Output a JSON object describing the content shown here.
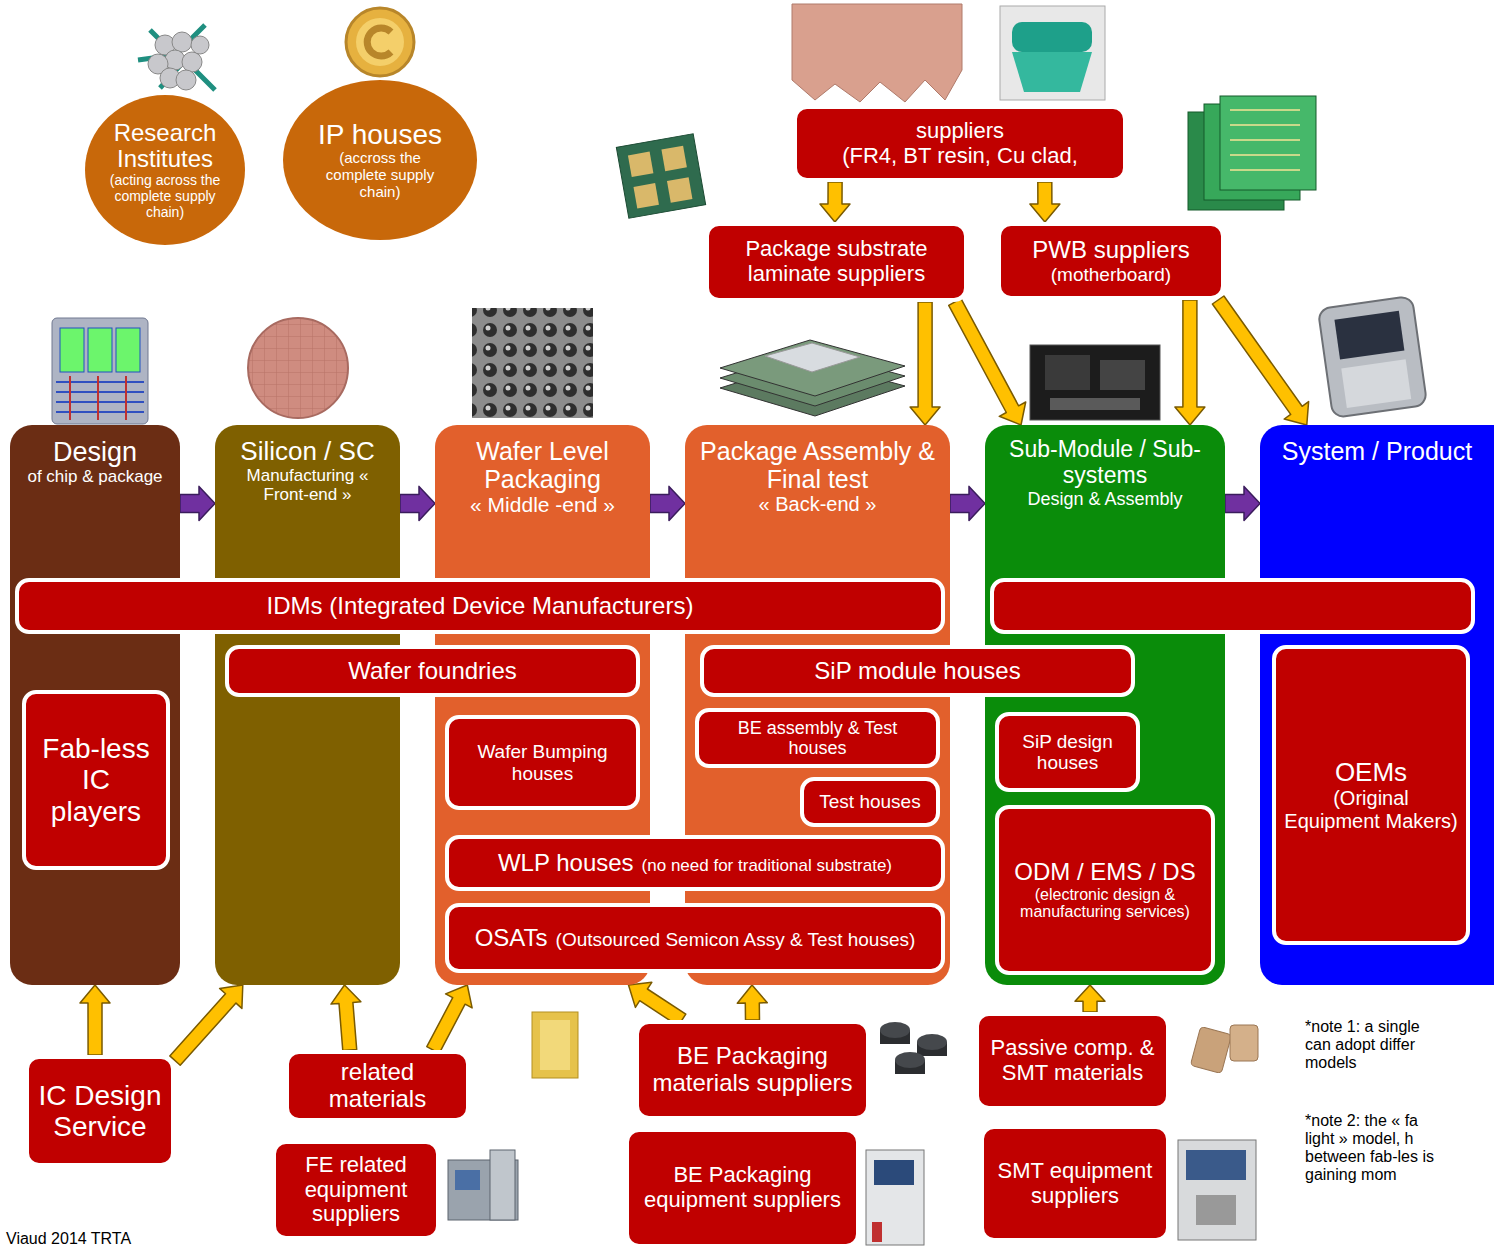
{
  "diagram": {
    "nodes": [
      {
        "text": [
          "Research Institutes",
          "(acting across the complete supply chain)"
        ]
      },
      {
        "text": [
          "IP houses",
          "(accross the complete supply chain)"
        ]
      },
      {
        "text": [
          "suppliers",
          "(FR4, BT resin, Cu clad,"
        ]
      },
      {
        "text": [
          "Package substrate laminate suppliers"
        ]
      },
      {
        "text": [
          "PWB suppliers",
          "(motherboard)"
        ]
      },
      {
        "text": [
          "Design",
          "of chip & package"
        ]
      },
      {
        "text": [
          "Silicon / SC",
          "Manufacturing « Front-end »"
        ]
      },
      {
        "text": [
          "Wafer Level Packaging",
          "« Middle -end »"
        ]
      },
      {
        "text": [
          "Package Assembly & Final test",
          "« Back-end »"
        ]
      },
      {
        "text": [
          "Sub-Module / Sub-systems",
          "Design & Assembly"
        ]
      },
      {
        "text": [
          "System / Product"
        ]
      },
      {
        "text": [
          "IDMs (Integrated Device Manufacturers)"
        ]
      },
      {
        "text": [
          "Wafer foundries"
        ]
      },
      {
        "text": [
          "SiP module houses"
        ]
      },
      {
        "text": [
          "Fab-less IC players"
        ],
        "in": 5
      },
      {
        "text": [
          "Wafer Bumping houses"
        ],
        "in": 7
      },
      {
        "text": [
          "BE assembly & Test houses"
        ],
        "in": 8
      },
      {
        "text": [
          "SiP design houses"
        ],
        "in": 9
      },
      {
        "text": [
          "OEMs",
          "(Original Equipment Makers)"
        ],
        "in": 10
      },
      {
        "text": [
          "Test houses"
        ],
        "in": 8
      },
      {
        "text": [
          "WLP houses",
          "(no need for traditional substrate)"
        ]
      },
      {
        "text": [
          "ODM / EMS / DS",
          "(electronic design & manufacturing services)"
        ],
        "in": 9
      },
      {
        "text": [
          "OSATs",
          "(Outsourced Semicon Assy & Test houses)"
        ]
      },
      {
        "text": [
          "related materials"
        ]
      },
      {
        "text": [
          "BE Packaging materials suppliers"
        ]
      },
      {
        "text": [
          "Passive comp. & SMT materials"
        ]
      },
      {
        "text": [
          "IC Design Service"
        ]
      },
      {
        "text": [
          "FE related equipment suppliers"
        ]
      },
      {
        "text": [
          "BE Packaging equipment suppliers"
        ]
      },
      {
        "text": [
          "SMT equipment suppliers"
        ]
      }
    ],
    "edges": [
      {
        "from": 5,
        "to": 6,
        "arrow": "to"
      },
      {
        "from": 6,
        "to": 7,
        "arrow": "to"
      },
      {
        "from": 7,
        "to": 8,
        "arrow": "to"
      },
      {
        "from": 8,
        "to": 9,
        "arrow": "to"
      },
      {
        "from": 9,
        "to": 10,
        "arrow": "to"
      },
      {
        "from": 26,
        "to": 5,
        "arrow": "to"
      },
      {
        "from": 26,
        "to": 6,
        "arrow": "to"
      },
      {
        "from": 23,
        "to": 6,
        "arrow": "to"
      },
      {
        "from": 23,
        "to": 7,
        "arrow": "to"
      },
      {
        "from": 24,
        "to": 7,
        "arrow": "to"
      },
      {
        "from": 24,
        "to": 8,
        "arrow": "to"
      },
      {
        "from": 25,
        "to": 9,
        "arrow": "to"
      },
      {
        "from": 2,
        "to": 3,
        "arrow": "to"
      },
      {
        "from": 2,
        "to": 4,
        "arrow": "to"
      },
      {
        "from": 3,
        "to": 8,
        "arrow": "to"
      },
      {
        "from": 3,
        "to": 9,
        "arrow": "to"
      },
      {
        "from": 4,
        "to": 9,
        "arrow": "to"
      },
      {
        "from": 4,
        "to": 10,
        "arrow": "to"
      }
    ],
    "labels": [
      "*note 1: a single can adopt differ models",
      "*note 2: the « fa light » model, h between fab-les is gaining mom",
      "Viaud 2014 TRTA"
    ]
  }
}
